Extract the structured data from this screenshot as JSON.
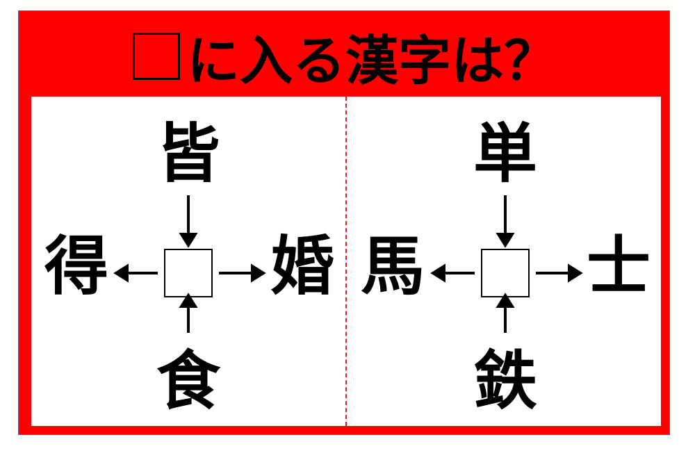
{
  "title": {
    "prefix_icon": "blank-square",
    "text": "に入る漢字は？"
  },
  "colors": {
    "frame": "#ff0000",
    "divider": "#e02020"
  },
  "puzzles": [
    {
      "top": "皆",
      "left": "得",
      "right": "婚",
      "bottom": "食"
    },
    {
      "top": "単",
      "left": "馬",
      "right": "士",
      "bottom": "鉄"
    }
  ]
}
